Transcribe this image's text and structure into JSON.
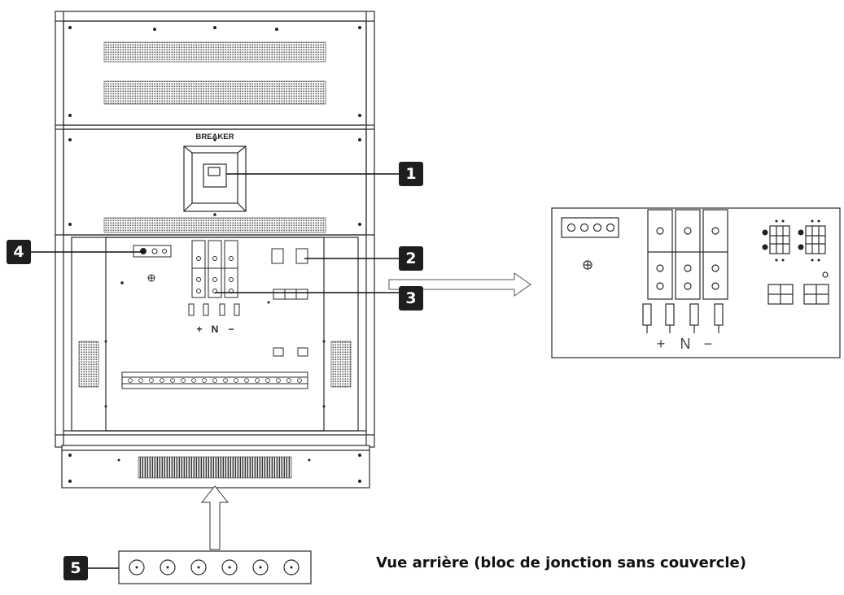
{
  "breaker_label": "BREAKER",
  "terminal_labels": {
    "plus": "+",
    "neutral": "N",
    "minus": "−"
  },
  "callouts": {
    "c1": "1",
    "c2": "2",
    "c3": "3",
    "c4": "4",
    "c5": "5"
  },
  "caption": "Vue arrière (bloc de jonction sans couvercle)",
  "colors": {
    "line": "#2a2a2a",
    "callout_bg": "#1e1e1e",
    "panel_fill": "#ffffff"
  }
}
